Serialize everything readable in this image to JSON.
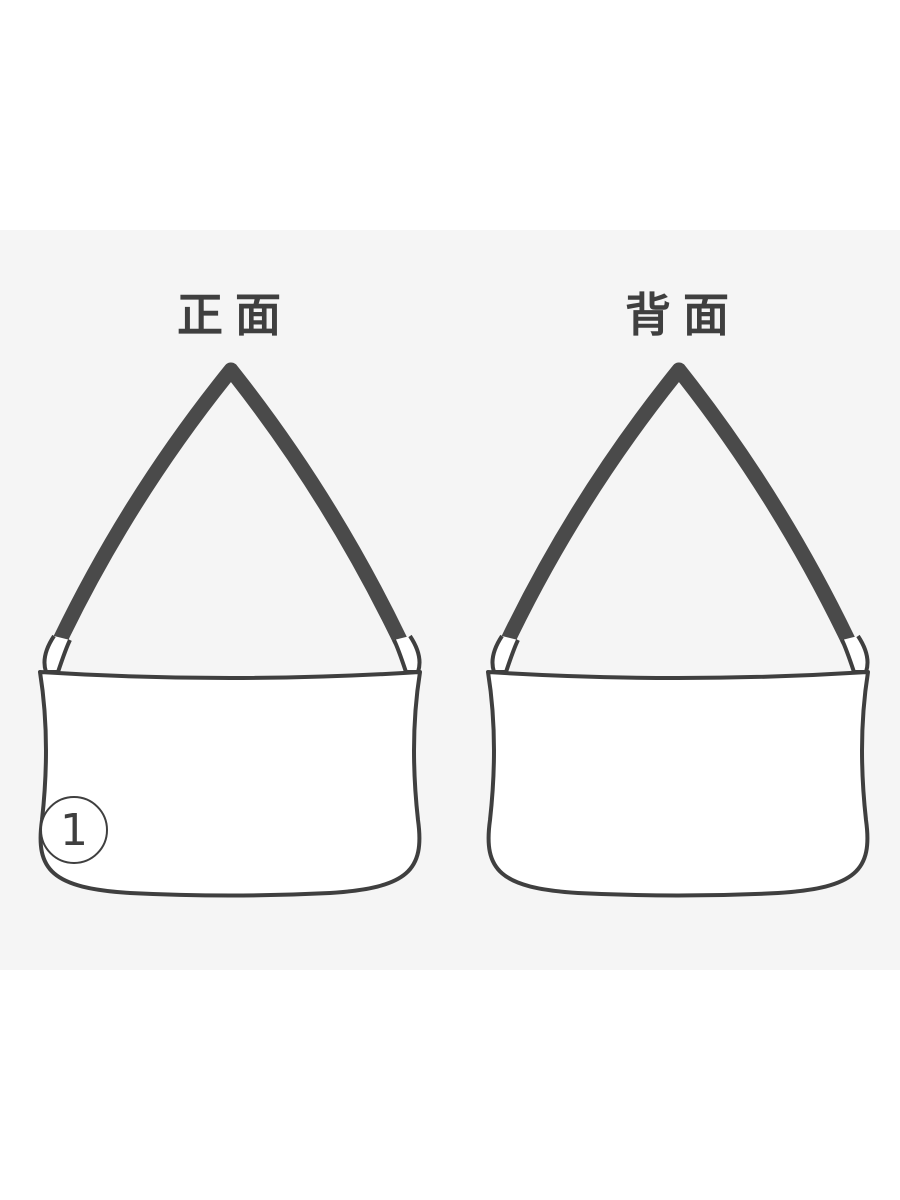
{
  "views": {
    "front": {
      "title": "正面"
    },
    "back": {
      "title": "背面"
    }
  },
  "callout": {
    "label": "1"
  },
  "colors": {
    "outline": "#3f3f3f",
    "strap": "#4a4a4a",
    "panel": "#f5f5f5",
    "bag_fill": "#ffffff"
  }
}
